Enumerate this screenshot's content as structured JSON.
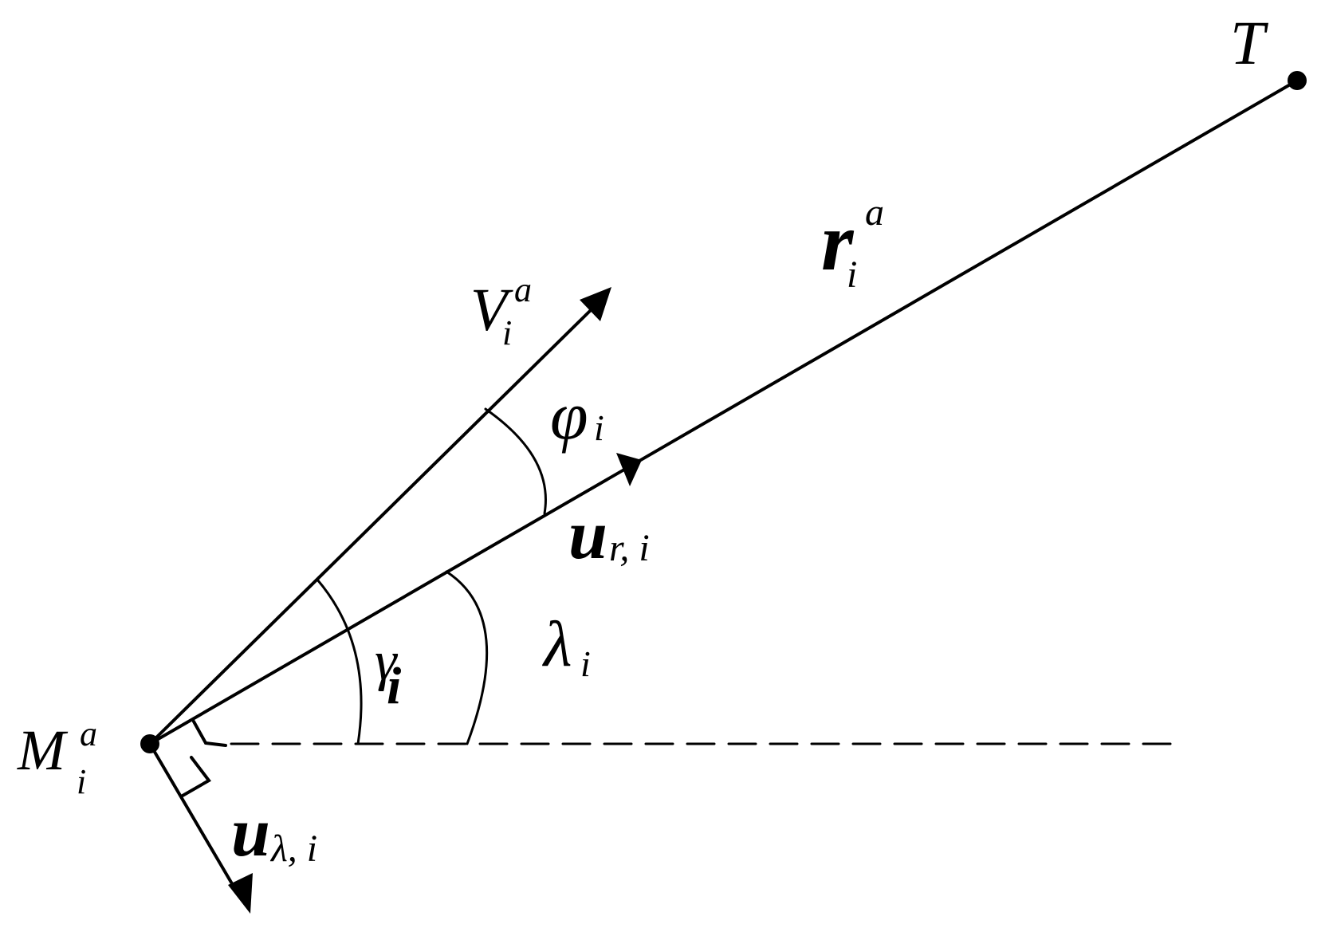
{
  "colors": {
    "ink": "#000000",
    "background": "#ffffff"
  },
  "labels": {
    "target": "T",
    "missile_base": "M",
    "missile_sup": "a",
    "missile_sub": "i",
    "range_base": "r",
    "range_sup": "a",
    "range_sub": "i",
    "velocity_base": "V",
    "velocity_sup": "a",
    "velocity_sub": "i",
    "phi_base": "φ",
    "phi_sub": "i",
    "ur_base": "u",
    "ur_sub": "r, i",
    "gamma_base": "γ",
    "gamma_sub": "i",
    "lambda_base": "λ",
    "lambda_sub": "i",
    "ul_base": "u",
    "ul_sub": "λ, i"
  }
}
